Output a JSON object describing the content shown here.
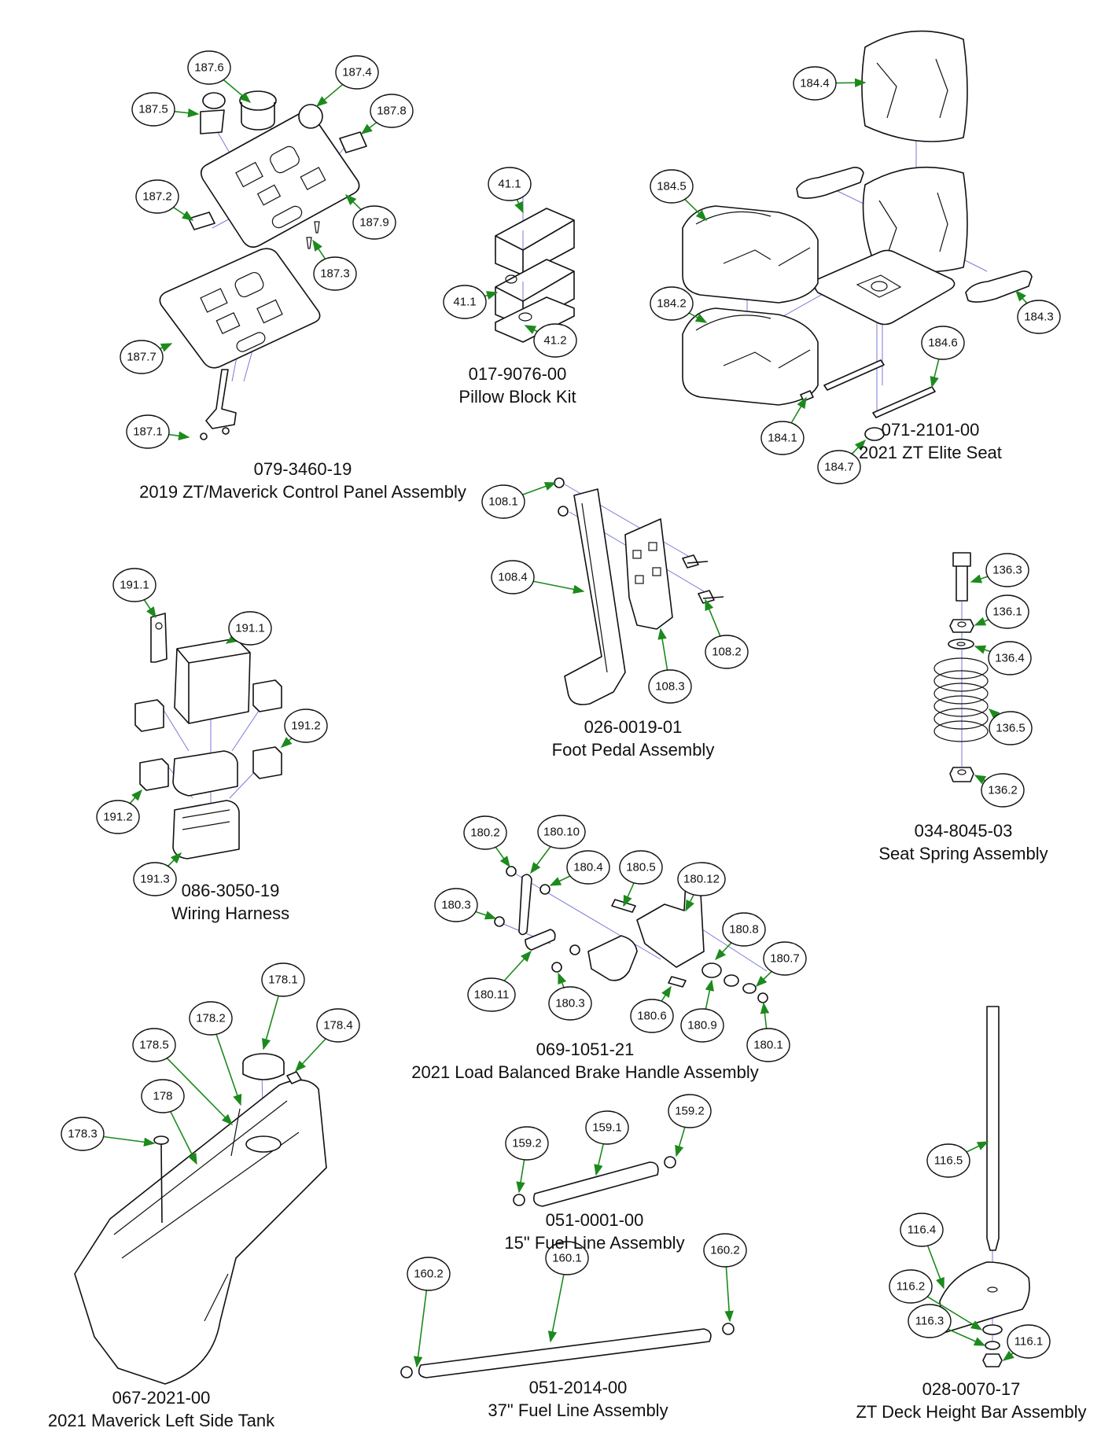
{
  "page": {
    "accent_leader_color": "#1c8a1c",
    "axis_line_color": "#7a7ad8"
  },
  "assemblies": [
    {
      "id": "control-panel",
      "part_number": "079-3460-19",
      "title": "2019 ZT/Maverick Control Panel Assembly",
      "callouts": [
        "187.6",
        "187.4",
        "187.5",
        "187.8",
        "187.2",
        "187.9",
        "187.3",
        "187.7",
        "187.1"
      ]
    },
    {
      "id": "pillow-block",
      "part_number": "017-9076-00",
      "title": "Pillow Block Kit",
      "callouts": [
        "41.1",
        "41.1",
        "41.2"
      ]
    },
    {
      "id": "elite-seat",
      "part_number": "071-2101-00",
      "title": "2021 ZT Elite Seat",
      "callouts": [
        "184.4",
        "184.5",
        "184.2",
        "184.3",
        "184.6",
        "184.1",
        "184.7"
      ]
    },
    {
      "id": "wiring-harness",
      "part_number": "086-3050-19",
      "title": "Wiring Harness",
      "callouts": [
        "191.1",
        "191.1",
        "191.2",
        "191.2",
        "191.3"
      ]
    },
    {
      "id": "foot-pedal",
      "part_number": "026-0019-01",
      "title": "Foot Pedal Assembly",
      "callouts": [
        "108.1",
        "108.4",
        "108.2",
        "108.3"
      ]
    },
    {
      "id": "seat-spring",
      "part_number": "034-8045-03",
      "title": "Seat Spring Assembly",
      "callouts": [
        "136.3",
        "136.1",
        "136.4",
        "136.5",
        "136.2"
      ]
    },
    {
      "id": "brake-handle",
      "part_number": "069-1051-21",
      "title": "2021 Load Balanced Brake Handle Assembly",
      "callouts": [
        "180.2",
        "180.10",
        "180.4",
        "180.5",
        "180.12",
        "180.3",
        "180.8",
        "180.7",
        "180.11",
        "180.3",
        "180.6",
        "180.9",
        "180.1"
      ]
    },
    {
      "id": "left-side-tank",
      "part_number": "067-2021-00",
      "title": "2021 Maverick Left Side Tank",
      "callouts": [
        "178.1",
        "178.2",
        "178.4",
        "178.5",
        "178",
        "178.3"
      ]
    },
    {
      "id": "fuel-line-15",
      "part_number": "051-0001-00",
      "title": "15\" Fuel Line Assembly",
      "callouts": [
        "159.2",
        "159.1",
        "159.2"
      ]
    },
    {
      "id": "fuel-line-37",
      "part_number": "051-2014-00",
      "title": "37\" Fuel Line Assembly",
      "callouts": [
        "160.2",
        "160.1",
        "160.2"
      ]
    },
    {
      "id": "deck-height-bar",
      "part_number": "028-0070-17",
      "title": "ZT Deck Height Bar Assembly",
      "callouts": [
        "116.5",
        "116.4",
        "116.2",
        "116.3",
        "116.1"
      ]
    }
  ]
}
